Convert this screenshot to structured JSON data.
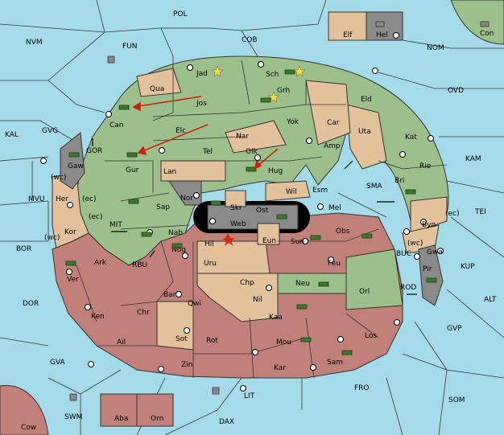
{
  "colors": {
    "sea": "#a5dbe8",
    "green": "#9cbf8c",
    "tan": "#e3c29b",
    "red": "#c18079",
    "grey": "#8a8a8a",
    "arrow": "#cc2200"
  },
  "sea_regions": [
    "POL",
    "NVM",
    "FUN",
    "COB",
    "NOM",
    "OVD",
    "KAL",
    "GVG",
    "GOR",
    "KAM",
    "MVU",
    "MIT",
    "SMA",
    "TEI",
    "BOR",
    "RBU",
    "BUC",
    "KUP",
    "DOR",
    "ROD",
    "ALT",
    "GVP",
    "GVA",
    "FRO",
    "SOM",
    "SWM",
    "LIT",
    "DAX"
  ],
  "coast_tags": [
    "(wc)",
    "(ec)",
    "(ec)",
    "(wc)",
    "(ec)",
    "(wc)"
  ],
  "green_regions": [
    "Jad",
    "Sch",
    "Qua",
    "Jos",
    "Grh",
    "Eld",
    "Can",
    "Elc",
    "Nar",
    "Yok",
    "Car",
    "Gur",
    "Tel",
    "Olk",
    "Hug",
    "Kat",
    "Lan",
    "Wil",
    "Esm",
    "Rie",
    "Sap",
    "Bri",
    "Mel",
    "Nab",
    "Ark"
  ],
  "tan_regions": [
    "Elf",
    "Uta",
    "Amp",
    "Her",
    "Kor",
    "Byn",
    "Skr",
    "Eun",
    "Uru",
    "Chp",
    "Nil",
    "Sot",
    "Gwa"
  ],
  "red_regions": [
    "Ver",
    "Hil",
    "Obs",
    "Sun",
    "Feu",
    "Nog",
    "Neu",
    "Orl",
    "Bar",
    "Qwi",
    "Ken",
    "Chr",
    "Kaa",
    "Ail",
    "Rot",
    "Mou",
    "Los",
    "Zin",
    "Kar",
    "Sam",
    "Aba",
    "Orn",
    "Cow"
  ],
  "grey_regions": [
    "Hel",
    "Gaw",
    "Nor",
    "Ost",
    "Web",
    "Pir",
    "Con"
  ],
  "ui": {
    "game_title": ""
  }
}
